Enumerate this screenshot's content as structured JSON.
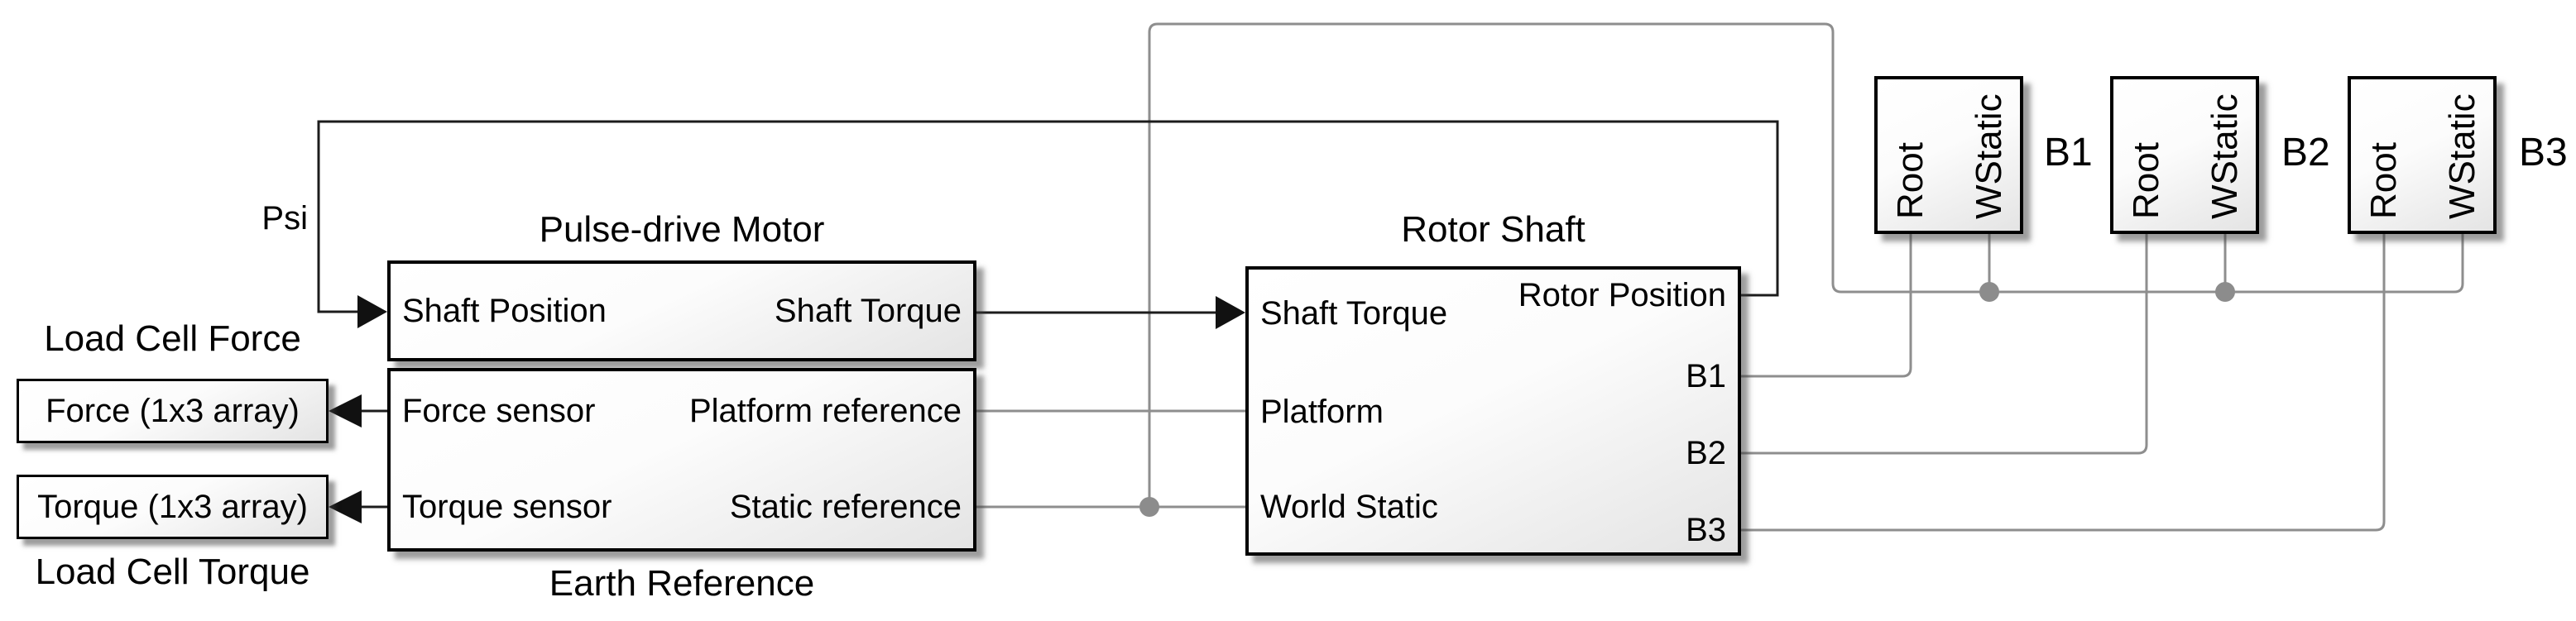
{
  "colors": {
    "wire_black": "#1c1c1c",
    "wire_gray": "#8e8e8e",
    "junction_dot": "#8c8c8c",
    "block_border": "#000000",
    "block_fill_top": "#ffffff",
    "block_fill_bottom": "#e4e4e4"
  },
  "annotations": {
    "psi": "Psi",
    "load_cell_force": "Load Cell Force",
    "load_cell_torque": "Load Cell Torque"
  },
  "blocks": {
    "pulse_drive_motor": {
      "title": "Pulse-drive Motor",
      "port_in": "Shaft Position",
      "port_out": "Shaft Torque"
    },
    "earth_reference": {
      "title": "Earth Reference",
      "ports_left": [
        "Force sensor",
        "Torque sensor"
      ],
      "ports_right": [
        "Platform reference",
        "Static reference"
      ]
    },
    "rotor_shaft": {
      "title": "Rotor Shaft",
      "ports_left": [
        "Shaft Torque",
        "Platform",
        "World Static"
      ],
      "ports_right": [
        "Rotor Position",
        "B1",
        "B2",
        "B3"
      ]
    },
    "force_display": {
      "label": "Force (1x3 array)"
    },
    "torque_display": {
      "label": "Torque (1x3 array)"
    },
    "blades": [
      {
        "name": "B1",
        "port_root": "Root",
        "port_wstatic": "WStatic"
      },
      {
        "name": "B2",
        "port_root": "Root",
        "port_wstatic": "WStatic"
      },
      {
        "name": "B3",
        "port_root": "Root",
        "port_wstatic": "WStatic"
      }
    ]
  }
}
